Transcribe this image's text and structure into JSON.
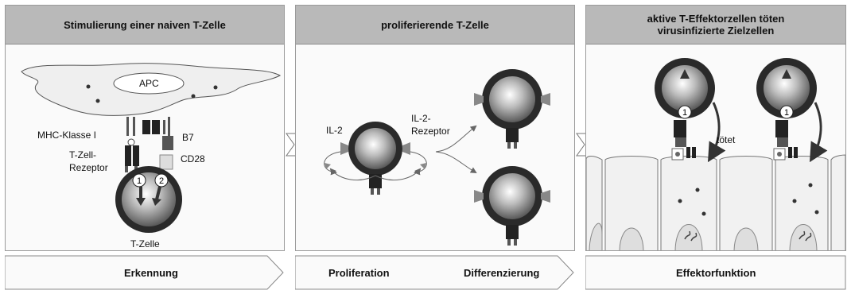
{
  "panels": {
    "stimulation": {
      "title": "Stimulierung einer naiven T-Zelle"
    },
    "proliferation": {
      "title": "proliferierende T-Zelle"
    },
    "effector": {
      "title_line1": "aktive T-Effektorzellen töten",
      "title_line2": "virusinfizierte Zielzellen"
    }
  },
  "labels": {
    "apc": "APC",
    "mhc": "MHC-Klasse I",
    "b7": "B7",
    "tcr_line1": "T-Zell-",
    "tcr_line2": "Rezeptor",
    "cd28": "CD28",
    "tcell": "T-Zelle",
    "il2": "IL-2",
    "il2r_line1": "IL-2-",
    "il2r_line2": "Rezeptor",
    "kills": "tötet",
    "signal1": "1",
    "signal2": "2"
  },
  "stages": {
    "recognition": "Erkennung",
    "proliferation": "Proliferation",
    "differentiation": "Differenzierung",
    "effector_function": "Effektorfunktion"
  }
}
